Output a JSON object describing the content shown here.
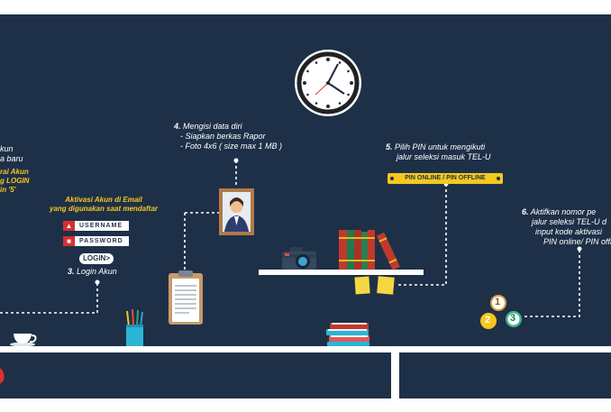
{
  "colors": {
    "background": "#1e3048",
    "accent_yellow": "#f5c81e",
    "login_red": "#d62f2f",
    "shelf": "#ffffff"
  },
  "step_left": {
    "line1": "kun",
    "line2": "a baru",
    "line3": "rai Akun",
    "line4": "g LOGIN",
    "line5": "in '5'"
  },
  "activation": {
    "title": "Aktivasi Akun di Email",
    "subtitle": "yang digunakan saat mendaftar"
  },
  "login": {
    "username_label": "USERNAME",
    "password_label": "PASSWORD",
    "button_label": "LOGIN>",
    "step_number": "3.",
    "step_text": "Login Akun"
  },
  "step4": {
    "number": "4.",
    "title": "Mengisi data diri",
    "item1": "- Siapkan berkas Rapor",
    "item2": "- Foto 4x6 ( size max 1 MB )"
  },
  "step5": {
    "number": "5.",
    "line1": "Pilih PIN untuk mengikuti",
    "line2": "jalur seleksi masuk TEL-U",
    "pin_badge": "PIN ONLINE / PIN OFFLINE"
  },
  "step6": {
    "number": "6.",
    "line1": "Aktifkan nomor pe",
    "line2": "jalur seleksi TEL-U d",
    "line3": "input kode aktivasi",
    "line4": "PIN online/ PIN offli"
  },
  "numbered_bubbles": [
    "1",
    "2",
    "3"
  ],
  "icons": {
    "clock": "wall-clock-icon",
    "portrait": "framed-portrait-icon",
    "clipboard": "clipboard-document-icon",
    "camera": "camera-icon",
    "books": "books-row-icon",
    "sticky_notes": "sticky-notes-icon",
    "pencil_cup": "pencil-cup-icon",
    "teacup": "teacup-icon",
    "book_stack": "book-stack-icon",
    "user": "user-icon",
    "lock": "lock-icon"
  }
}
